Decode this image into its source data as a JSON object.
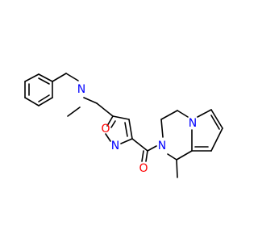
{
  "colors": {
    "carbon_bond": "#000000",
    "nitrogen": "#0000ff",
    "oxygen": "#ff0000",
    "background": "#ffffff"
  },
  "atoms": {
    "n_methylamine": "N",
    "o_isoxazole": "O",
    "n_isoxazole": "N",
    "o_carbonyl": "O",
    "n_amide": "N",
    "n_pyrrole": "N"
  }
}
